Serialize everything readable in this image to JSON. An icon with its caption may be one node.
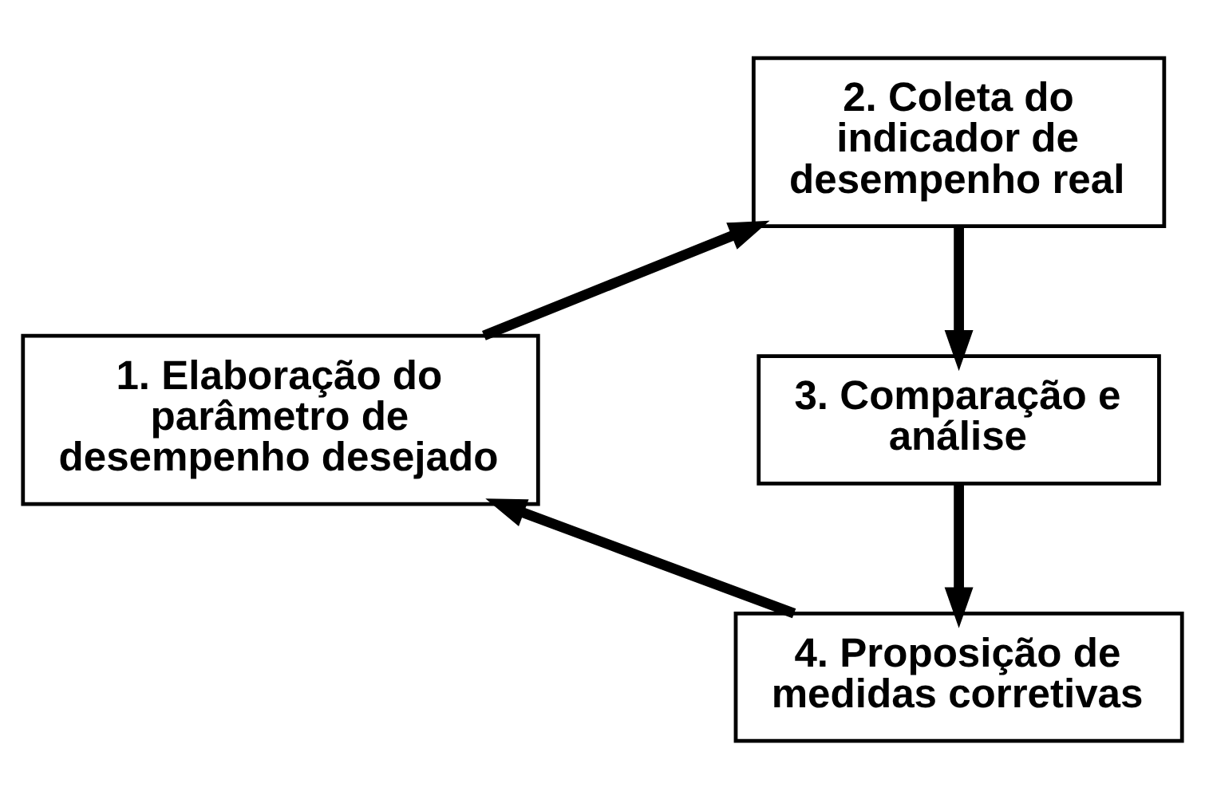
{
  "diagram": {
    "nodes": [
      {
        "text": [
          "1. Elaboração do parâmetro de desempenho desejado"
        ]
      },
      {
        "text": [
          "2. Coleta do indicador de desempenho real"
        ]
      },
      {
        "text": [
          "3. Comparação e análise"
        ]
      },
      {
        "text": [
          "4. Proposição de medidas corretivas"
        ]
      }
    ],
    "edges": [
      {
        "from": 0,
        "to": 1,
        "arrow": "to"
      },
      {
        "from": 1,
        "to": 2,
        "arrow": "to"
      },
      {
        "from": 2,
        "to": 3,
        "arrow": "to"
      },
      {
        "from": 3,
        "to": 0,
        "arrow": "to"
      }
    ]
  }
}
